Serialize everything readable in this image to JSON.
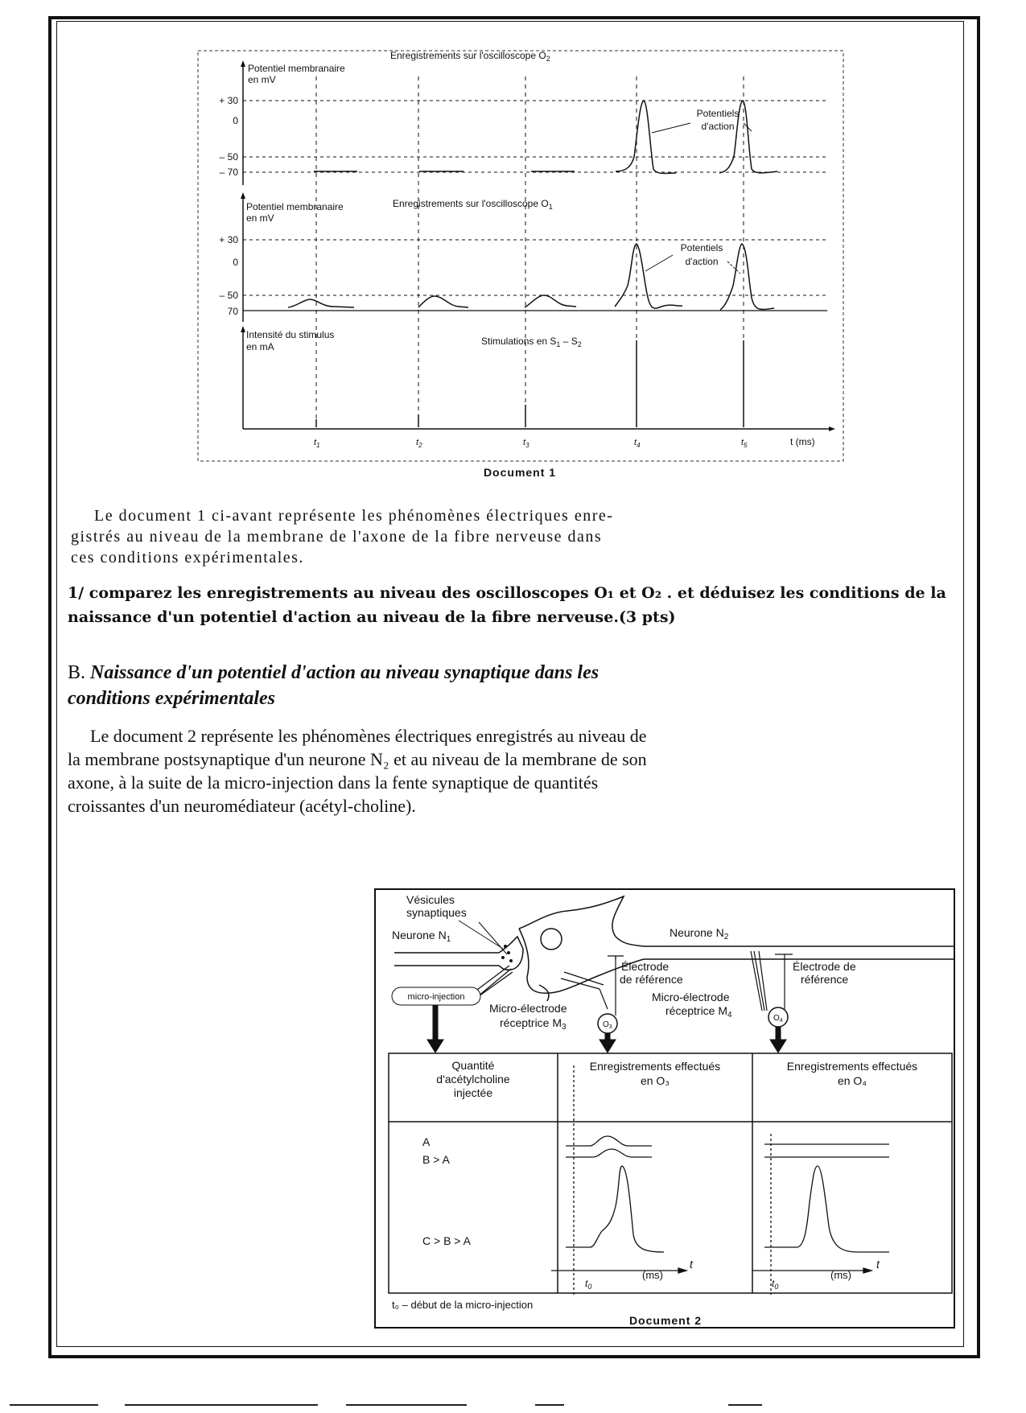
{
  "document1": {
    "title_o2": "Enregistrements sur l'oscilloscope O",
    "title_o2_sub": "2",
    "ylabel_o2_line1": "Potentiel membranaire",
    "ylabel_o2_line2": "en mV",
    "ticks_o2": [
      "+ 30",
      "0",
      "– 50",
      "– 70"
    ],
    "annot_o2_line1": "Potentiels",
    "annot_o2_line2": "d'action",
    "title_o1": "Enregistrements sur l'oscilloscope O",
    "title_o1_sub": "1",
    "ylabel_o1_line1": "Potentiel membranaire",
    "ylabel_o1_line2": "en mV",
    "ticks_o1": [
      "+ 30",
      "0",
      "– 50",
      "70"
    ],
    "annot_o1_line1": "Potentiels",
    "annot_o1_line2": "d'action",
    "ylabel_stim_line1": "Intensité du stimulus",
    "ylabel_stim_line2": "en mA",
    "title_stim": "Stimulations en S",
    "title_stim_sub1": "1",
    "title_stim_dash": " – S",
    "title_stim_sub2": "2",
    "xticks": [
      "t1",
      "t2",
      "t3",
      "t4",
      "t5"
    ],
    "xtick_main": "t",
    "xtick_subs": [
      "1",
      "2",
      "3",
      "4",
      "5"
    ],
    "xaxis_label": "t (ms)",
    "caption": "Document 1"
  },
  "para1": "Le document 1 ci-avant représente les phénomènes électriques enre-gistrés au niveau de la membrane de l'axone de la fibre nerveuse dans ces conditions expérimentales.",
  "para1_lines": [
    "Le document 1 ci-avant représente les phénomènes électriques enre-",
    "gistrés au niveau de la membrane de l'axone de la fibre nerveuse dans",
    "ces conditions expérimentales."
  ],
  "question1": "1/ comparez les enregistrements  au niveau des oscilloscopes O₁ et O₂ . et déduisez les conditions de la naissance d'un potentiel d'action au niveau de la fibre nerveuse.(3 pts)",
  "section_b": {
    "letter": "B.",
    "title": "Naissance d'un potentiel d'action au niveau synaptique dans les conditions expérimentales"
  },
  "para2": "Le document 2 représente les phénomènes électriques enregistrés au niveau de la membrane postsynaptique d'un neurone N₂ et au niveau de la membrane de son axone, à la suite de la micro-injection dans la fente synaptique de quantités croissantes d'un neuromédiateur (acétyl-choline).",
  "document2": {
    "vesicles_line1": "Vésicules",
    "vesicles_line2": "synaptiques",
    "neurone_n1": "Neurone N",
    "neurone_n1_sub": "1",
    "neurone_n2": "Neurone N",
    "neurone_n2_sub": "2",
    "electrode_ref1_line1": "Électrode",
    "electrode_ref1_line2": "de référence",
    "electrode_ref2_line1": "Électrode de",
    "electrode_ref2_line2": "référence",
    "microinjection": "micro-injection",
    "m3_line1": "Micro-électrode",
    "m3_line2": "réceptrice M",
    "m3_sub": "3",
    "m4_line1": "Micro-électrode",
    "m4_line2": "réceptrice M",
    "m4_sub": "4",
    "o3": "O",
    "o3_sub": "3",
    "o4": "O",
    "o4_sub": "4",
    "table_headers": [
      [
        "Quantité",
        "d'acétylcholine",
        "injectée"
      ],
      [
        "Enregistrements effectués",
        "en O₃"
      ],
      [
        "Enregistrements effectués",
        "en O₄"
      ]
    ],
    "quantities": [
      "A",
      "B > A",
      "C > B > A"
    ],
    "t0_label": "t",
    "t0_sub": "0",
    "ms_label": "(ms)",
    "t_label": "t",
    "footnote": "t₀ – début de la micro-injection",
    "caption": "Document 2"
  }
}
